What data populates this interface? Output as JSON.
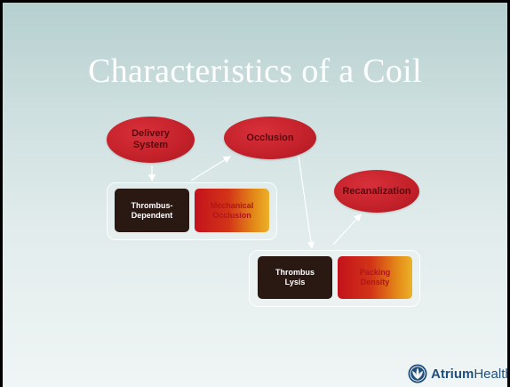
{
  "slide": {
    "title": "Characteristics of a Coil"
  },
  "nodes": {
    "delivery_system": {
      "line1": "Delivery",
      "line2": "System"
    },
    "occlusion": "Occlusion",
    "recanalization": "Recanalization",
    "thrombus_dependent": {
      "line1": "Thrombus-",
      "line2": "Dependent"
    },
    "mechanical_occlusion": {
      "line1": "Mechanical",
      "line2": "Occlusion"
    },
    "thrombus_lysis": {
      "line1": "Thrombus",
      "line2": "Lysis"
    },
    "packing_density": {
      "line1": "Packing",
      "line2": "Density"
    }
  },
  "logo": {
    "brand_bold": "Atrium",
    "brand_light": "Health",
    "icon": "atrium-health-logo-icon"
  },
  "colors": {
    "oval_red": "#c3212a",
    "dark_box": "#2a1813",
    "logo_blue": "#1f4f7a"
  }
}
